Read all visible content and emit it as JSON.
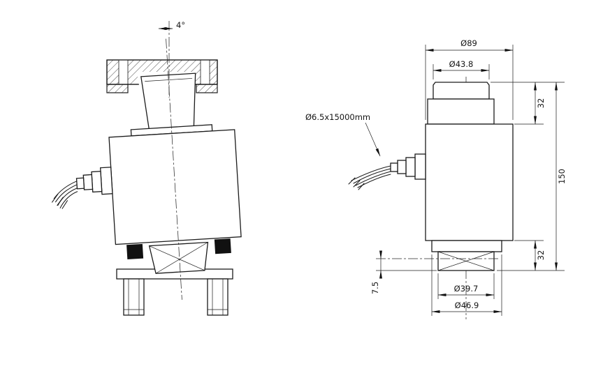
{
  "drawing": {
    "left_view": {
      "angle": "4°"
    },
    "right_view": {
      "cable": "Ø6.5x15000mm",
      "dia_overall": "Ø89",
      "dia_cap": "Ø43.8",
      "upper_height": "32",
      "total_height": "150",
      "lower_height": "32",
      "foot_offset": "7.5",
      "dia_inner": "Ø39.7",
      "dia_outer": "Ø46.9"
    }
  }
}
